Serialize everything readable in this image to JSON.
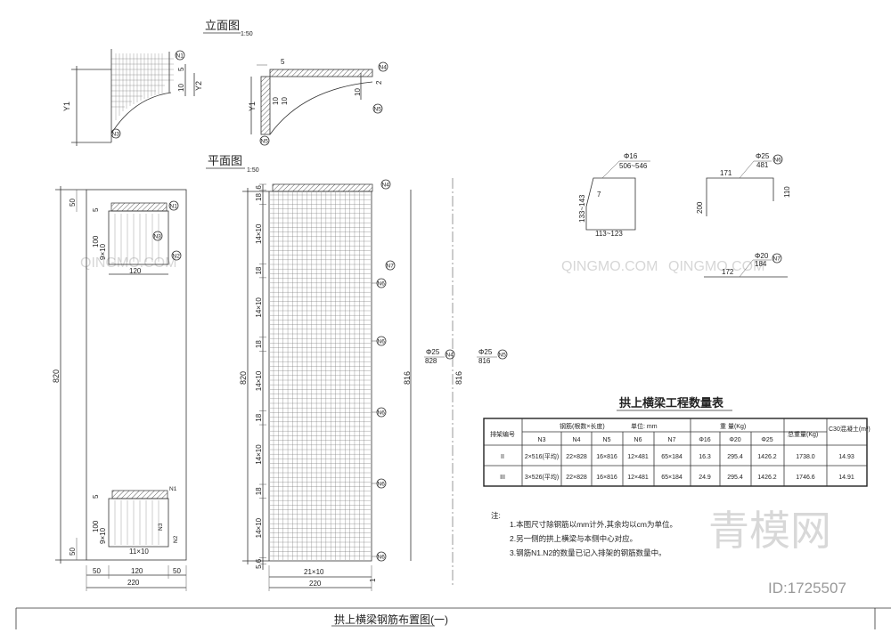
{
  "views": {
    "elevation_title": "立面图",
    "elevation_scale": "1:50",
    "plan_title": "平面图",
    "plan_scale": "1:50"
  },
  "elev1": {
    "n1": "N1",
    "n3": "N3",
    "d5": "5",
    "d10": "10",
    "y1": "Y1",
    "y2": "Y2"
  },
  "elev2": {
    "d5": "5",
    "n4": "N4",
    "n5": "N5",
    "n5b": "N5",
    "d2": "2",
    "d10": "10",
    "y1": "Y1",
    "v1": "10",
    "v2": "10"
  },
  "plan_left": {
    "d50t": "50",
    "d50b": "50",
    "d820": "820",
    "n1": "N1",
    "n2": "N2",
    "n3": "N3",
    "n1b": "N1",
    "n2b": "N2",
    "n3b": "N3",
    "d5a": "5",
    "d100a": "100",
    "d9x10a": "9×10",
    "d120a": "120",
    "d5b": "5",
    "d100b": "100",
    "d9x10b": "9×10",
    "d11x10": "11×10",
    "b50l": "50",
    "b120": "120",
    "b50r": "50",
    "b220": "220"
  },
  "plan_right": {
    "d820": "820",
    "segments": [
      "6",
      "18",
      "14×10",
      "18",
      "14×10",
      "18",
      "14×10",
      "18",
      "14×10",
      "18",
      "14×10",
      "6",
      "5"
    ],
    "b21x10": "21×10",
    "b220": "220",
    "b1": "1",
    "n4": "N4",
    "n7": "N7",
    "n6": [
      "N6",
      "N6",
      "N6",
      "N6",
      "N6"
    ]
  },
  "vertical_bars": {
    "a_dia": "Φ25",
    "a_len": "828",
    "a_tag": "N4",
    "a_816": "816",
    "b_dia": "Φ25",
    "b_len": "816",
    "b_tag": "N5",
    "b_816": "816"
  },
  "bar_shapes": {
    "n3": {
      "dia": "Φ16",
      "len": "506~546",
      "side": "133~143",
      "bottom": "113~123",
      "inner": "7"
    },
    "n6": {
      "dia": "Φ25",
      "len": "481",
      "tag": "N6",
      "top": "171",
      "left": "200",
      "right": "110"
    },
    "n7": {
      "dia": "Φ20",
      "len": "184",
      "tag": "N7",
      "bottom": "172"
    }
  },
  "table": {
    "title": "拱上横梁工程数量表",
    "header_group1": "钢筋(根数×长度)",
    "header_unit": "单位: mm",
    "header_weight": "重 量(Kg)",
    "h_frame": "排架编号",
    "h_total": "总重量(Kg)",
    "h_concrete": "C30混凝土(m³)",
    "cols": [
      "N3",
      "N4",
      "N5",
      "N6",
      "N7",
      "Φ16",
      "Φ20",
      "Φ25"
    ],
    "rows": [
      [
        "II",
        "2×516(平均)",
        "22×828",
        "16×816",
        "12×481",
        "65×184",
        "16.3",
        "295.4",
        "1426.2",
        "1738.0",
        "14.93"
      ],
      [
        "III",
        "3×526(平均)",
        "22×828",
        "16×816",
        "12×481",
        "65×184",
        "24.9",
        "295.4",
        "1426.2",
        "1746.6",
        "14.91"
      ]
    ]
  },
  "notes": {
    "label": "注:",
    "items": [
      "1.本图尺寸除钢筋以mm计外,其余均以cm为单位。",
      "2.另一侧的拱上横梁与本侧中心对应。",
      "3.钢筋N1.N2的数量已记入排架的钢筋数量中。"
    ]
  },
  "footer": {
    "title": "拱上横梁钢筋布置图(一)"
  },
  "watermark": {
    "brand": "青模网",
    "id": "ID:1725507",
    "text": "QINGMO.COM"
  }
}
